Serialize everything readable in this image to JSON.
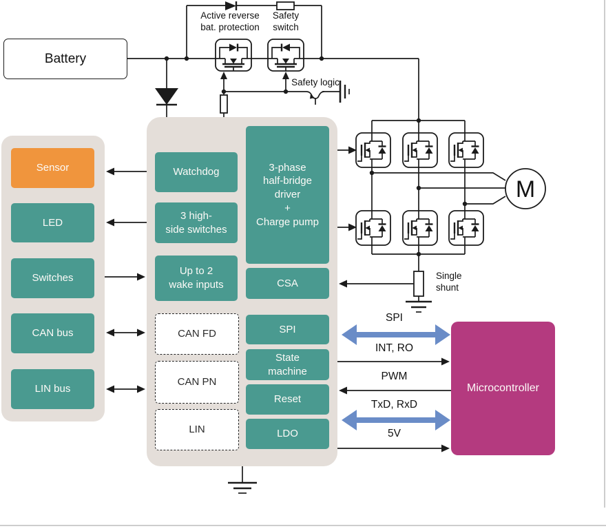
{
  "colors": {
    "teal": "#4a9a90",
    "orange": "#f0953d",
    "magenta": "#b43a7f",
    "container_gray": "#e4ded9",
    "blue_arrow": "#6a8cc7",
    "line": "#1b1b1b"
  },
  "power": {
    "battery_label": "Battery",
    "active_reverse_label": "Active reverse\nbat. protection",
    "safety_switch_label": "Safety\nswitch",
    "safety_logic_label": "Safety logic"
  },
  "peripherals": {
    "items": [
      {
        "label": "Sensor"
      },
      {
        "label": "LED"
      },
      {
        "label": "Switches"
      },
      {
        "label": "CAN bus"
      },
      {
        "label": "LIN bus"
      }
    ]
  },
  "soc": {
    "blocks": {
      "watchdog": "Watchdog",
      "high_side": "3 high-\nside switches",
      "wake": "Up to 2\nwake inputs",
      "driver": "3-phase\nhalf-bridge\ndriver\n+\nCharge pump",
      "csa": "CSA",
      "can_fd": "CAN FD",
      "can_pn": "CAN PN",
      "lin": "LIN",
      "spi": "SPI",
      "state_machine": "State\nmachine",
      "reset": "Reset",
      "ldo": "LDO"
    }
  },
  "bridge": {
    "motor_label": "M",
    "shunt_label": "Single\nshunt"
  },
  "mcu": {
    "label": "Microcontroller",
    "signals": {
      "spi": "SPI",
      "int_ro": "INT, RO",
      "pwm": "PWM",
      "txd_rxd": "TxD, RxD",
      "v5": "5V"
    }
  }
}
